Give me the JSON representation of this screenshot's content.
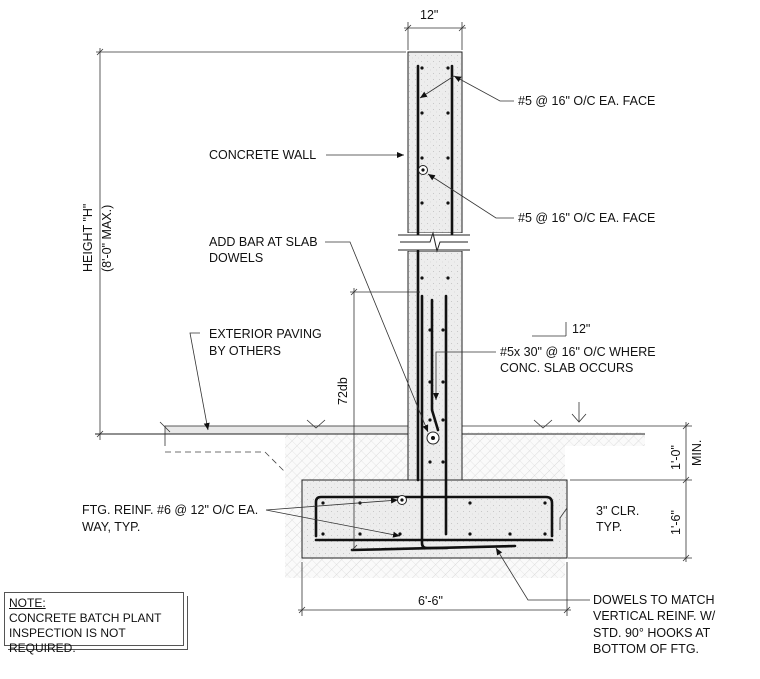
{
  "labels": {
    "wall_thickness": "12\"",
    "vert_reinf_1": "#5 @ 16\" O/C EA. FACE",
    "concrete_wall": "CONCRETE WALL",
    "horiz_reinf": "#5 @ 16\" O/C EA. FACE",
    "add_bar_1": "ADD BAR AT SLAB",
    "add_bar_2": "DOWELS",
    "ext_paving_1": "EXTERIOR PAVING",
    "ext_paving_2": "BY OTHERS",
    "hook_len": "12\"",
    "slab_dowel_1": "#5x 30\"  @ 16\" O/C WHERE",
    "slab_dowel_2": "CONC. SLAB OCCURS",
    "embed": "72db",
    "height_1": "HEIGHT \"H\"",
    "height_2": "(8'-0\" MAX.)",
    "cover_depth": "1'-0\"",
    "cover_min": "MIN.",
    "footing_depth": "1'-6\"",
    "clear_1": "3\" CLR.",
    "clear_2": "TYP.",
    "ftg_reinf_1": "FTG. REINF. #6 @ 12\" O/C EA.",
    "ftg_reinf_2": "WAY, TYP.",
    "footing_width": "6'-6\"",
    "dowels_1": "DOWELS TO MATCH",
    "dowels_2": "VERTICAL REINF. W/",
    "dowels_3": "STD. 90° HOOKS AT",
    "dowels_4": "BOTTOM OF FTG."
  },
  "note": {
    "title": "NOTE:",
    "line1": "CONCRETE BATCH PLANT",
    "line2": "INSPECTION IS NOT REQUIRED."
  }
}
